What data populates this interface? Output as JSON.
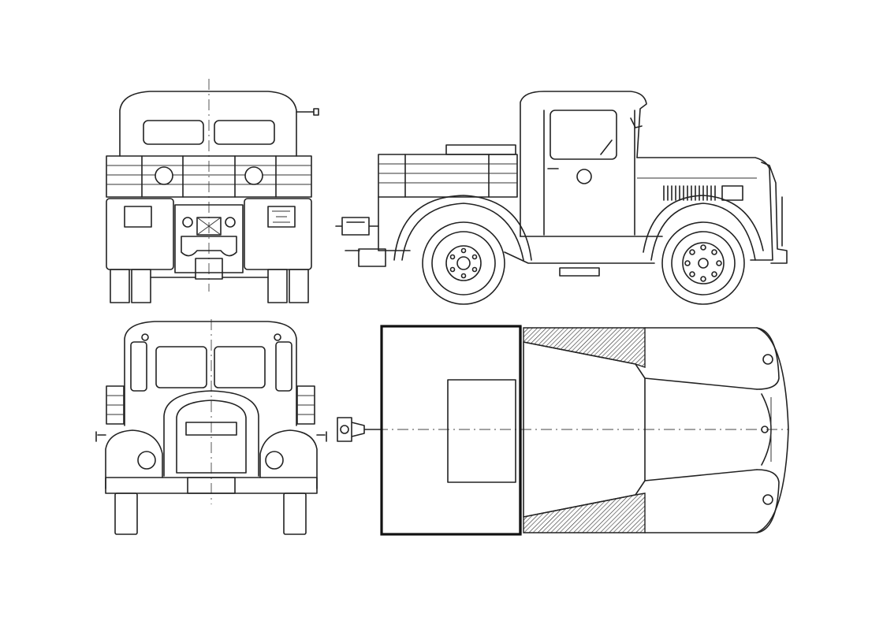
{
  "drawing": {
    "views": [
      "rear-view",
      "side-view",
      "front-view",
      "top-view"
    ],
    "colors": {
      "line": "#222222",
      "background": "#ffffff"
    },
    "rear_plate_text": "",
    "side_grille_text": ""
  }
}
